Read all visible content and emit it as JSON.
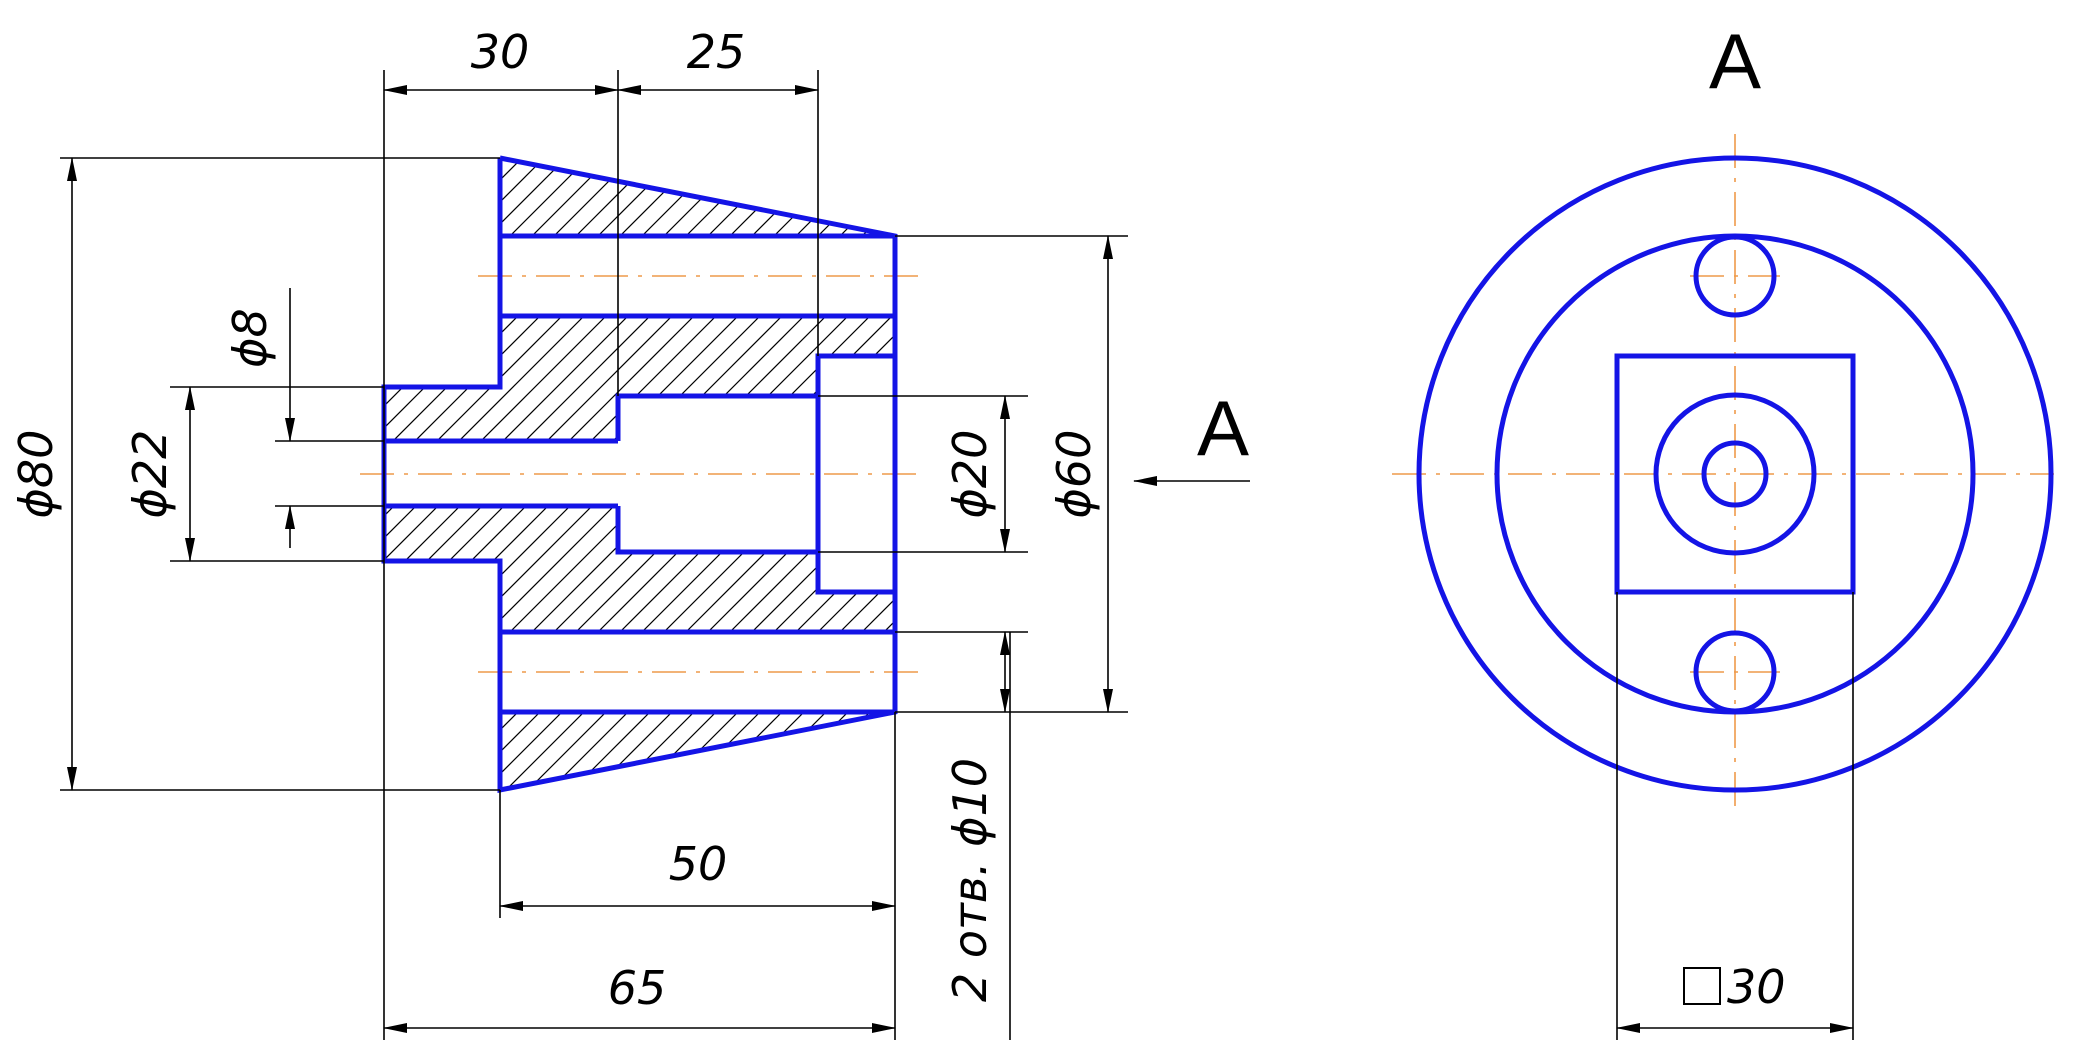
{
  "title": "",
  "section_view": {
    "dimensions": {
      "length_30": "30",
      "length_25": "25",
      "length_50": "50",
      "length_65": "65",
      "dia_80": "ϕ80",
      "dia_22": "ϕ22",
      "dia_8": "ϕ8",
      "dia_20": "ϕ20",
      "dia_60": "ϕ60",
      "holes_note": "2 отв. ϕ10"
    },
    "view_arrow_label": "A"
  },
  "end_view": {
    "view_label": "A",
    "square_size_label": "30"
  },
  "colors": {
    "object_line": "#1414e6",
    "dimension_line": "#000000",
    "center_line": "#ee9a4a",
    "background": "#ffffff"
  }
}
